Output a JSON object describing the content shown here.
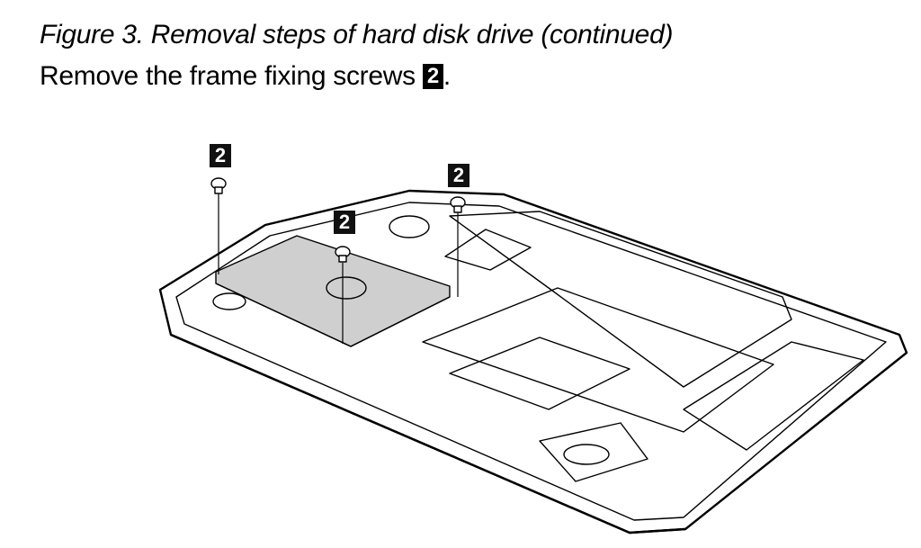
{
  "caption": "Figure 3. Removal steps of hard disk drive (continued)",
  "instruction": {
    "text": "Remove the frame fixing screws ",
    "step_badge": "2",
    "suffix": "."
  },
  "figure": {
    "callouts": [
      "2",
      "2",
      "2"
    ]
  }
}
